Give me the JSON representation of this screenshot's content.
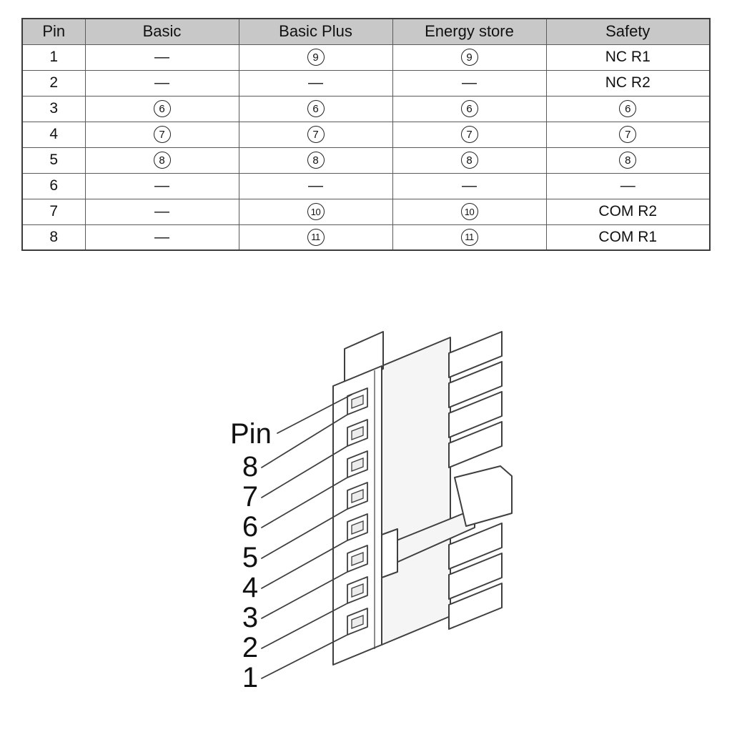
{
  "table": {
    "headers": [
      "Pin",
      "Basic",
      "Basic Plus",
      "Energy store",
      "Safety"
    ],
    "circled_values": [
      "6",
      "7",
      "8",
      "9",
      "10",
      "11"
    ],
    "empty_marker": "—",
    "rows": [
      {
        "pin": "1",
        "cells": [
          "—",
          "9",
          "9",
          "NC R1"
        ]
      },
      {
        "pin": "2",
        "cells": [
          "—",
          "—",
          "—",
          "NC R2"
        ]
      },
      {
        "pin": "3",
        "cells": [
          "6",
          "6",
          "6",
          "6"
        ]
      },
      {
        "pin": "4",
        "cells": [
          "7",
          "7",
          "7",
          "7"
        ]
      },
      {
        "pin": "5",
        "cells": [
          "8",
          "8",
          "8",
          "8"
        ]
      },
      {
        "pin": "6",
        "cells": [
          "—",
          "—",
          "—",
          "—"
        ]
      },
      {
        "pin": "7",
        "cells": [
          "—",
          "10",
          "10",
          "COM R2"
        ]
      },
      {
        "pin": "8",
        "cells": [
          "—",
          "11",
          "11",
          "COM R1"
        ]
      }
    ]
  },
  "diagram": {
    "title": "Pin",
    "pin_labels": [
      "8",
      "7",
      "6",
      "5",
      "4",
      "3",
      "2",
      "1"
    ]
  }
}
